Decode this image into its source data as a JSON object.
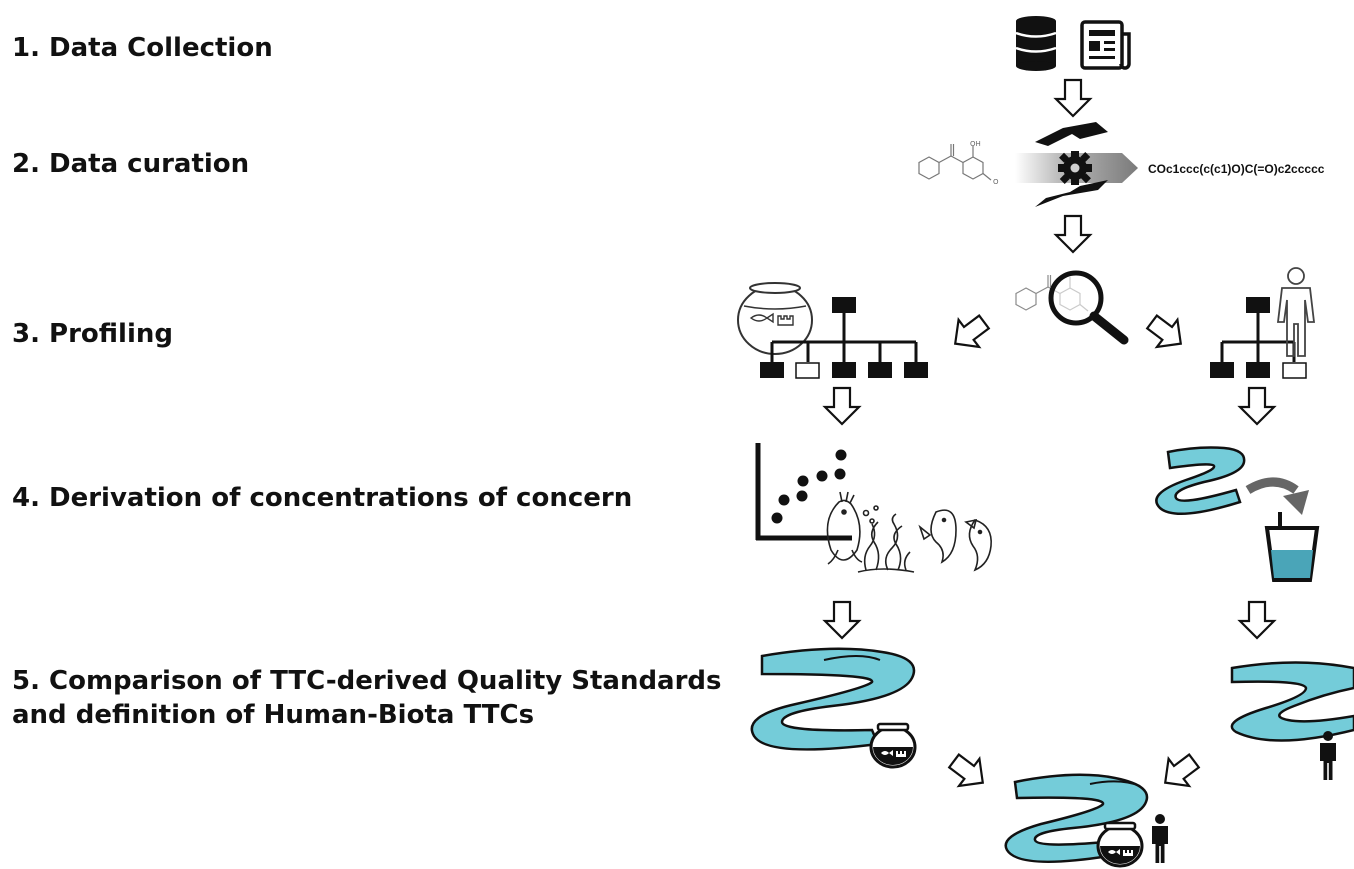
{
  "steps": {
    "s1": "1. Data Collection",
    "s2": "2. Data curation",
    "s3": "3. Profiling",
    "s4": "4. Derivation of concentrations of concern",
    "s5_line1": "5. Comparison of TTC-derived Quality Standards",
    "s5_line2": "and definition of Human-Biota TTCs"
  },
  "curation": {
    "smiles": "COc1ccc(c(c1)O)C(=O)c2ccccc",
    "atom_oh": "OH",
    "atom_o": "O"
  },
  "icons": {
    "water_color": "#74ccd9",
    "database": "database-icon",
    "newspaper": "newspaper-icon",
    "handshake": "hands-gear-icon",
    "magnifier": "magnifier-icon",
    "fishbowl": "fishbowl-icon",
    "human": "human-outline-icon",
    "river": "river-icon",
    "glass": "drinking-glass-icon"
  }
}
